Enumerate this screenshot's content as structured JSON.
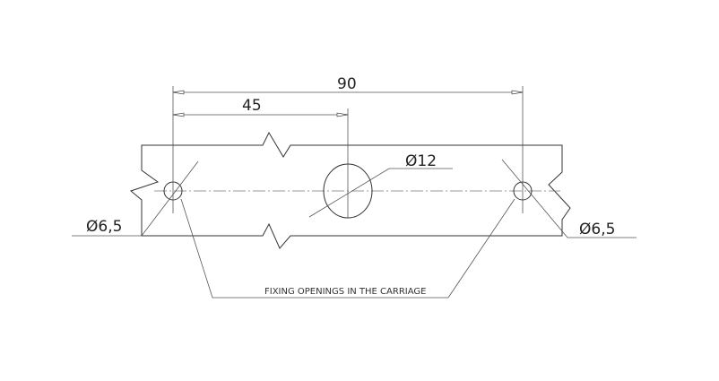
{
  "drawing": {
    "dim_overall": "90",
    "dim_half": "45",
    "dim_center_hole": "Ø12",
    "dim_left_hole": "Ø6,5",
    "dim_right_hole": "Ø6,5",
    "callout": "FIXING OPENINGS IN THE CARRIAGE"
  }
}
